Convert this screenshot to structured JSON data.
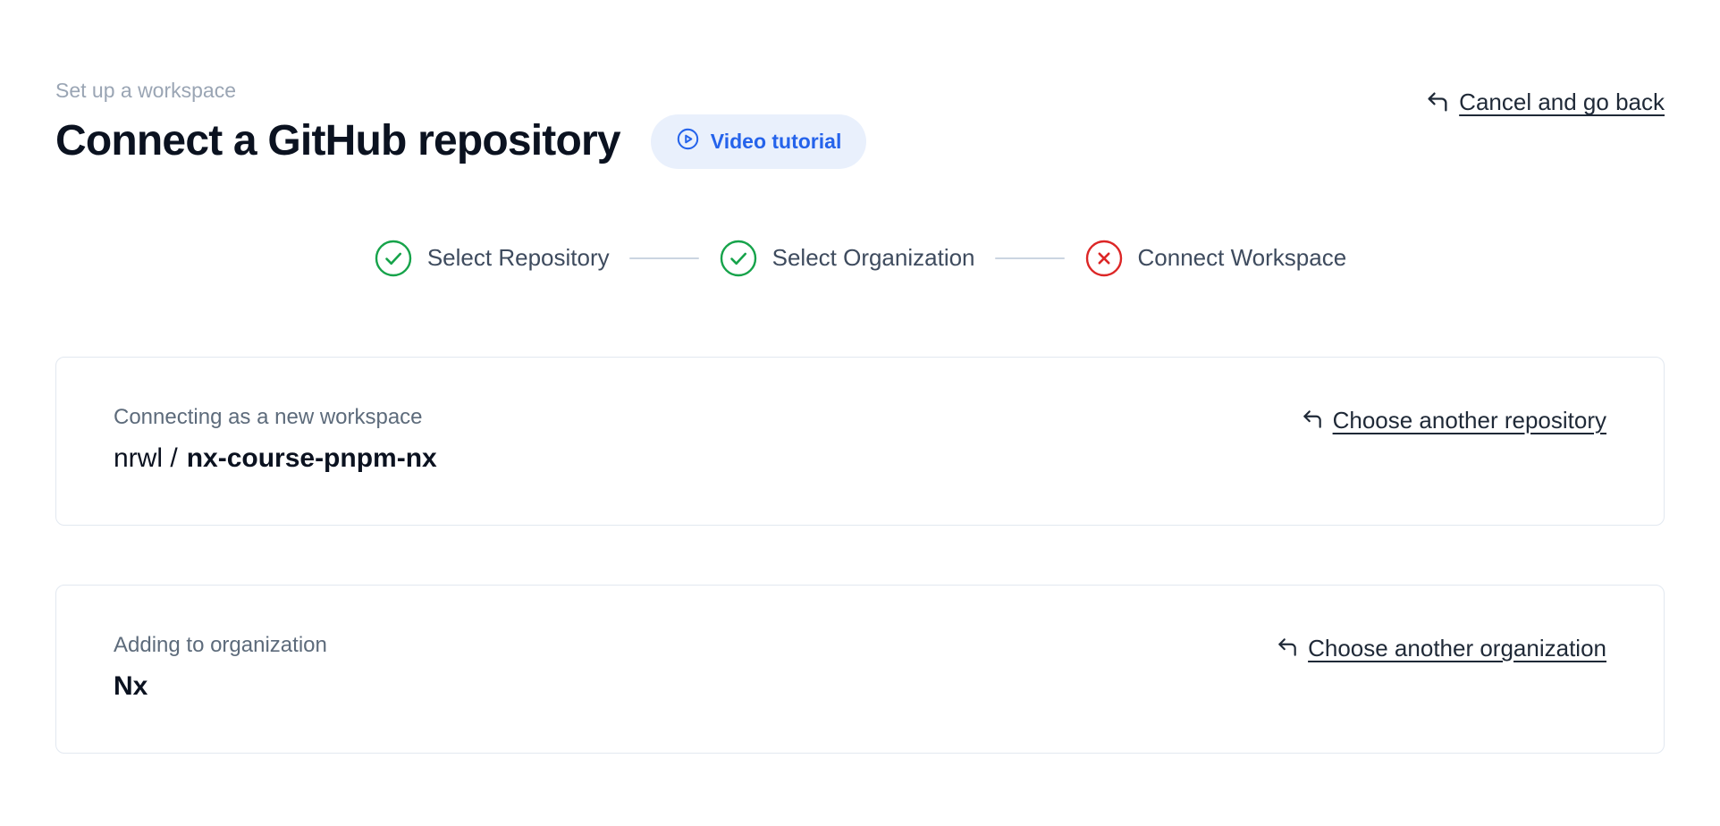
{
  "header": {
    "eyebrow": "Set up a workspace",
    "title": "Connect a GitHub repository",
    "video_tutorial_label": "Video tutorial",
    "cancel_link_label": "Cancel and go back"
  },
  "stepper": {
    "steps": [
      {
        "label": "Select Repository",
        "status": "complete"
      },
      {
        "label": "Select Organization",
        "status": "complete"
      },
      {
        "label": "Connect Workspace",
        "status": "error"
      }
    ]
  },
  "repository_card": {
    "label": "Connecting as a new workspace",
    "owner_prefix": "nrwl /",
    "repo_name": "nx-course-pnpm-nx",
    "change_link_label": "Choose another repository"
  },
  "organization_card": {
    "label": "Adding to organization",
    "organization_name": "Nx",
    "change_link_label": "Choose another organization"
  },
  "colors": {
    "accent_blue": "#2563eb",
    "success_green": "#16a34a",
    "error_red": "#dc2626",
    "link_text": "#1f2937",
    "muted_text": "#9aa5b4"
  }
}
